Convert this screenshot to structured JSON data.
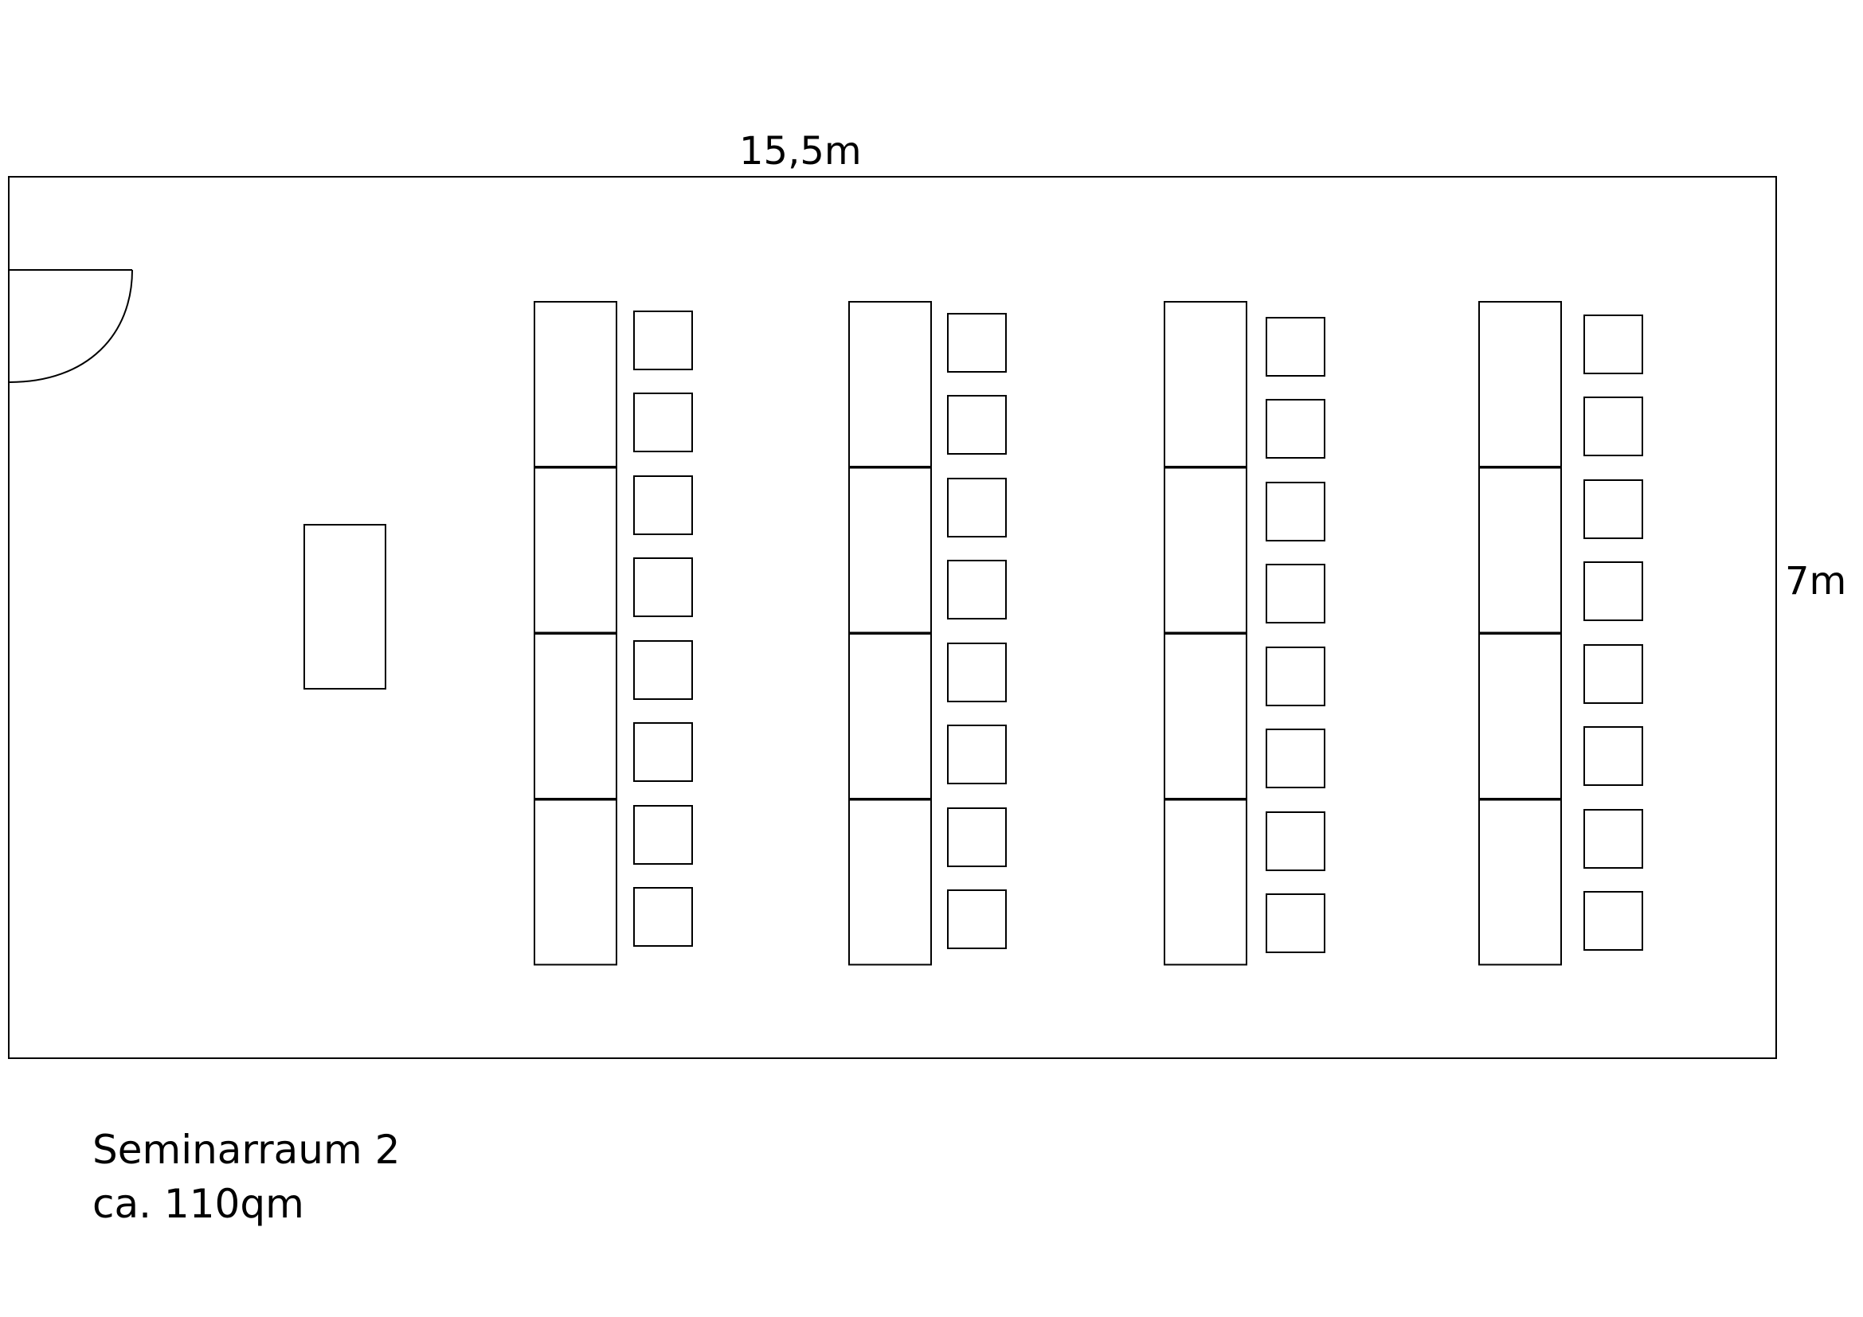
{
  "dimensions": {
    "width_label": "15,5m",
    "height_label": "7m"
  },
  "caption": {
    "room_name": "Seminarraum 2",
    "area": "ca. 110qm"
  },
  "colors": {
    "stroke": "#000000",
    "background": "#ffffff"
  },
  "layout": {
    "table_columns": 4,
    "tables_per_column": 4,
    "chairs_per_column": 8,
    "lectern_tables": 1,
    "doors": 1
  }
}
